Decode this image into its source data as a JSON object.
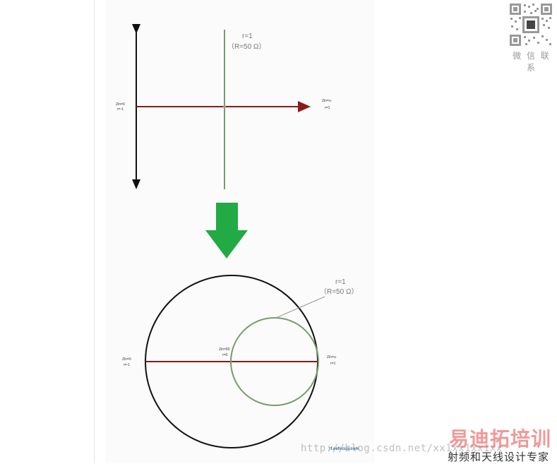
{
  "top_diagram": {
    "r_label": "r=1",
    "r_sub": "（R=50 Ω）",
    "left_label_1": "Zin=0",
    "left_label_2": "r=-1",
    "right_label_1": "Zin=∞",
    "right_label_2": "r=1"
  },
  "smith_chart": {
    "r_label": "r=1",
    "r_sub": "（R=50 Ω）",
    "left_label_1": "Zin=0",
    "left_label_2": "r=-1",
    "center_label_1": "Zin=50",
    "center_label_2": "r=0",
    "right_label_1": "Zin=∞",
    "right_label_2": "r=1",
    "site_credit": "rf.eefocus.com"
  },
  "colors": {
    "real_axis": "#8b1a1a",
    "resistance_circle": "#7a9a6a",
    "arrow": "#22aa44",
    "outer_circle": "#111111"
  },
  "qr": {
    "caption": "微 信 联 系",
    "icon": "qr-code-icon"
  },
  "watermarks": {
    "brand": "易迪拓培训",
    "url": "http://blog.csdn.net/xx1xx1xx1xx",
    "slogan": "射频和天线设计专家"
  }
}
